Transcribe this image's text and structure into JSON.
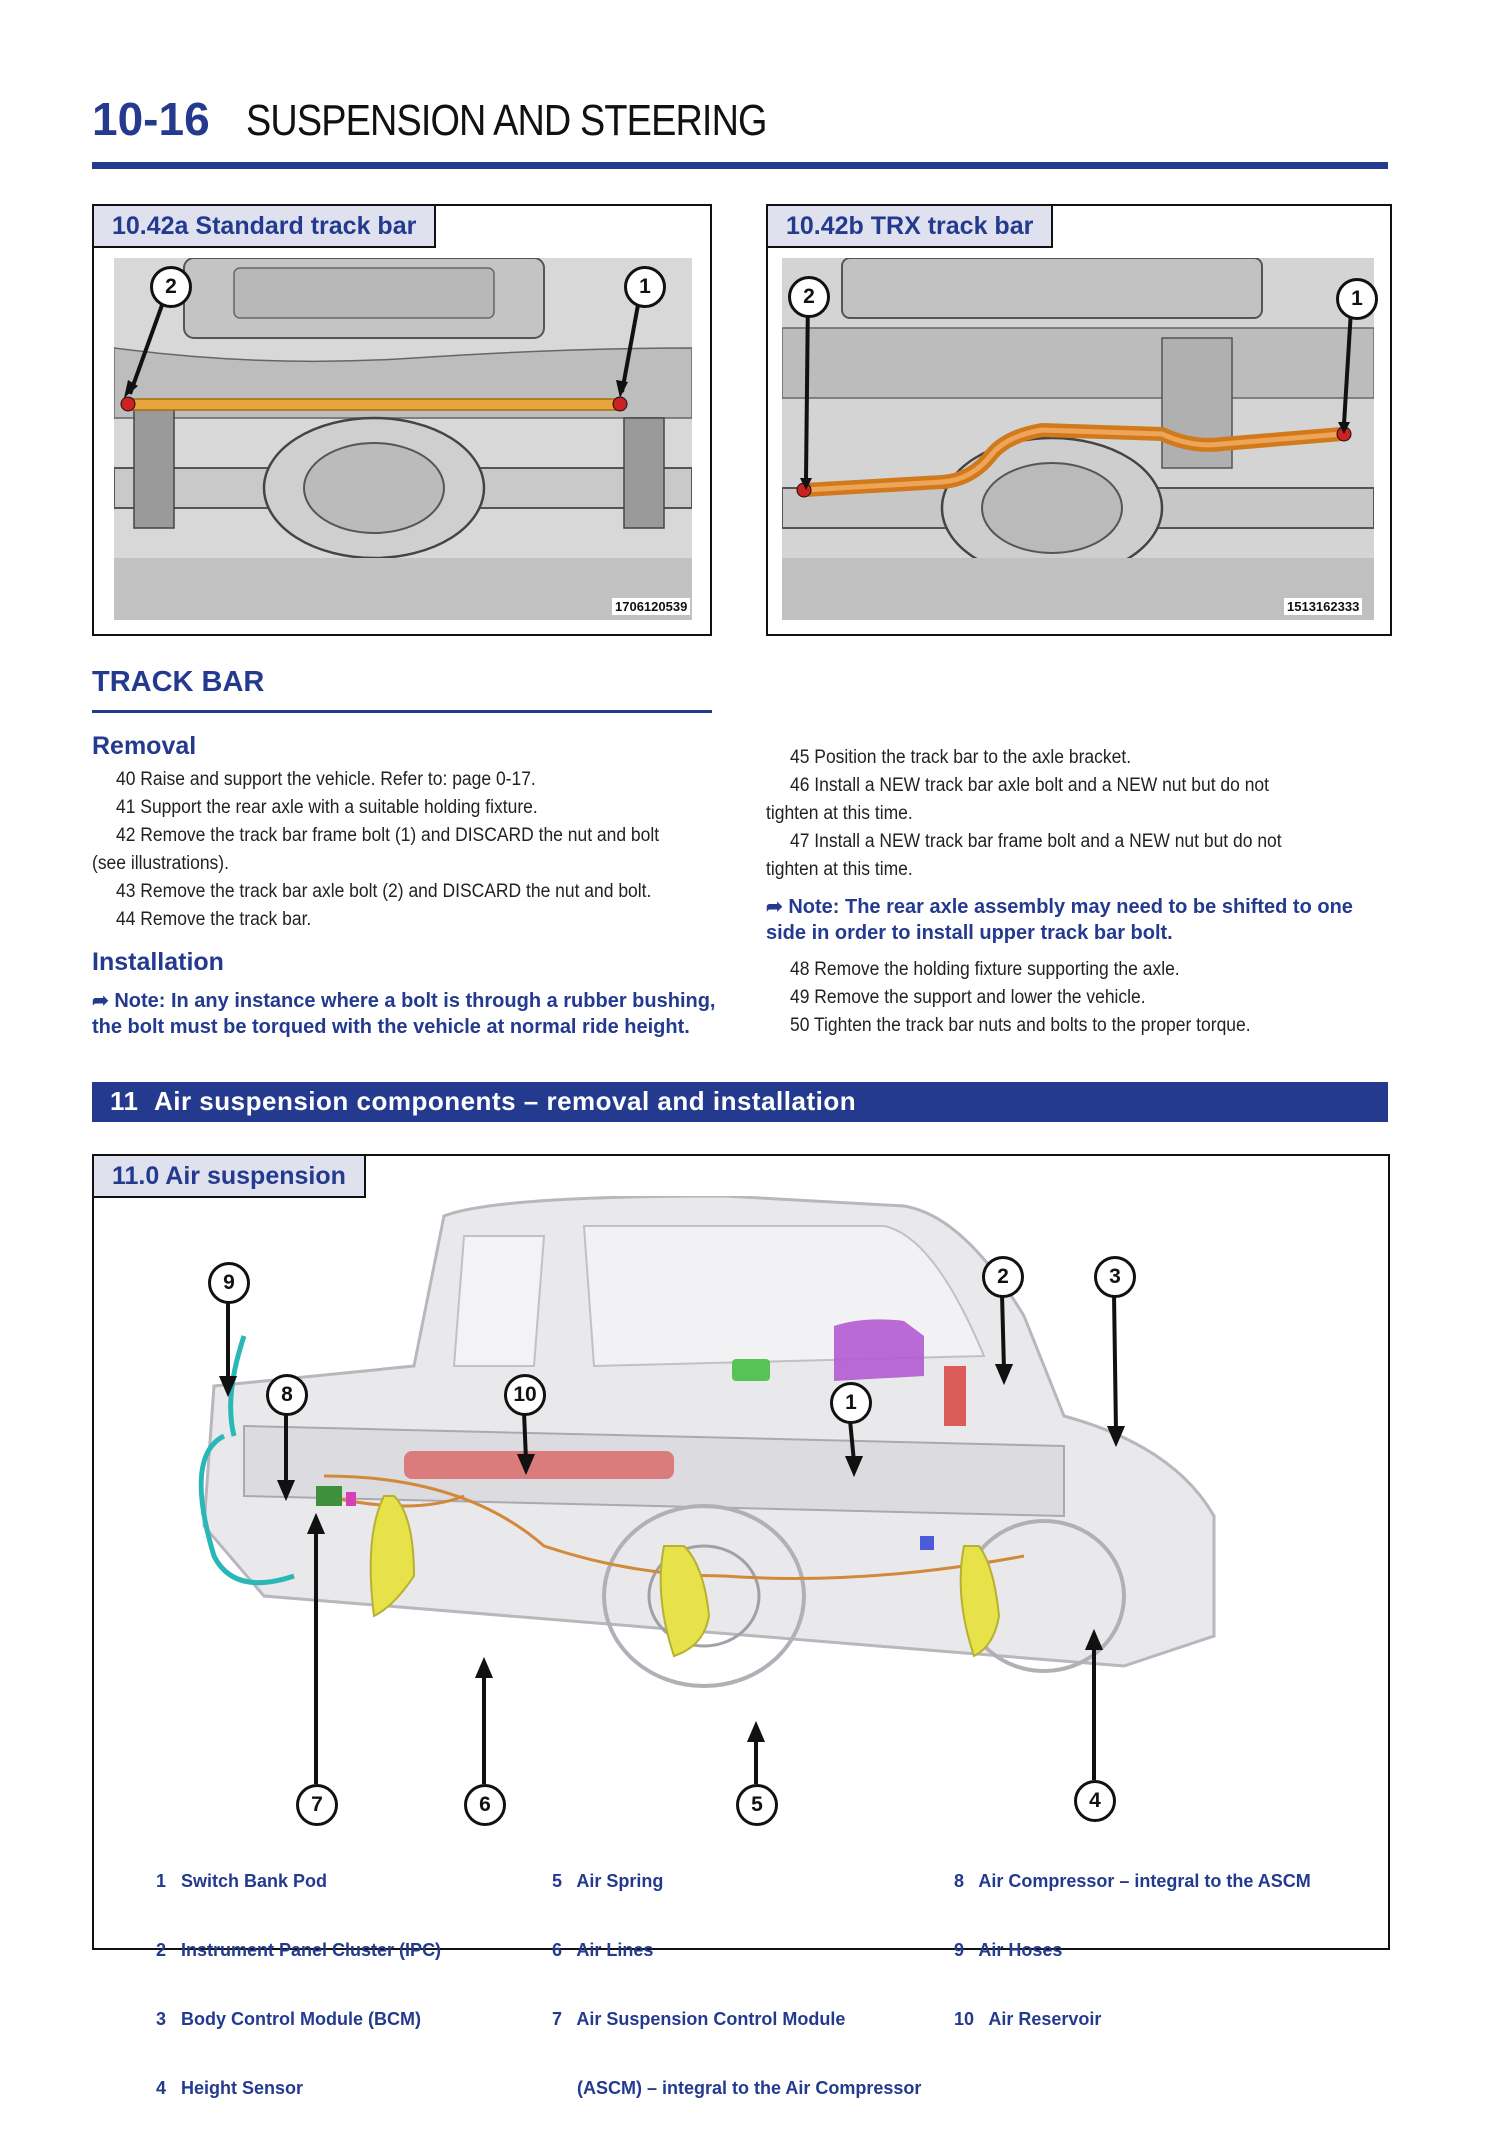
{
  "header": {
    "page_number": "10-16",
    "title": "SUSPENSION AND STEERING"
  },
  "figure_a": {
    "label": "10.42a Standard track bar",
    "photo_id": "1706120539",
    "callouts": [
      "2",
      "1"
    ]
  },
  "figure_b": {
    "label": "10.42b TRX track bar",
    "photo_id": "1513162333",
    "callouts": [
      "2",
      "1"
    ]
  },
  "track_bar": {
    "title": "TRACK BAR",
    "removal": {
      "heading": "Removal",
      "steps": [
        "40  Raise and support the vehicle. Refer to: page 0-17.",
        "41  Support the rear axle with a suitable holding fixture.",
        "42  Remove the track bar frame bolt (1) and DISCARD the nut and bolt",
        "(see illustrations).",
        "43  Remove the track bar axle bolt (2) and DISCARD the nut and bolt.",
        "44  Remove the track bar."
      ]
    },
    "installation": {
      "heading": "Installation",
      "note_line1": "➦ Note: In any instance where a bolt is through a rubber bushing,",
      "note_line2": "the bolt must be torqued with the vehicle at normal ride height.",
      "steps": [
        "45  Position the track bar to the axle bracket.",
        "46  Install a NEW track bar axle bolt and a NEW nut but do not",
        "tighten at this time.",
        "47  Install a NEW track bar frame bolt and a NEW nut but do not",
        "tighten at this time."
      ],
      "note2_line1": "➦ Note: The rear axle assembly may need to be shifted to one",
      "note2_line2": "side in order to install upper track bar bolt.",
      "steps2": [
        "48  Remove the holding fixture supporting the axle.",
        "49  Remove the support and lower the vehicle.",
        "50  Tighten the track bar nuts and bolts to the proper torque."
      ]
    }
  },
  "section": {
    "number": "11",
    "title": "Air suspension components  – removal and installation"
  },
  "figure_c": {
    "label": "11.0 Air suspension",
    "callouts": [
      "9",
      "8",
      "10",
      "1",
      "2",
      "3",
      "7",
      "6",
      "5",
      "4"
    ],
    "legend_col1": [
      "1   Switch Bank Pod",
      "2   Instrument Panel Cluster (IPC)",
      "3   Body Control Module (BCM)",
      "4   Height Sensor"
    ],
    "legend_col2": [
      "5   Air Spring",
      "6   Air Lines",
      "7   Air Suspension Control Module",
      "     (ASCM) – integral to the Air Compressor"
    ],
    "legend_col3": [
      "8   Air Compressor – integral to the ASCM",
      "9   Air Hoses",
      "10   Air Reservoir"
    ]
  },
  "colors": {
    "accent": "#233a8f",
    "label_bg": "#dfe2ee",
    "track_bar": "#e8a53a",
    "trx_bar": "#d07a1c"
  }
}
